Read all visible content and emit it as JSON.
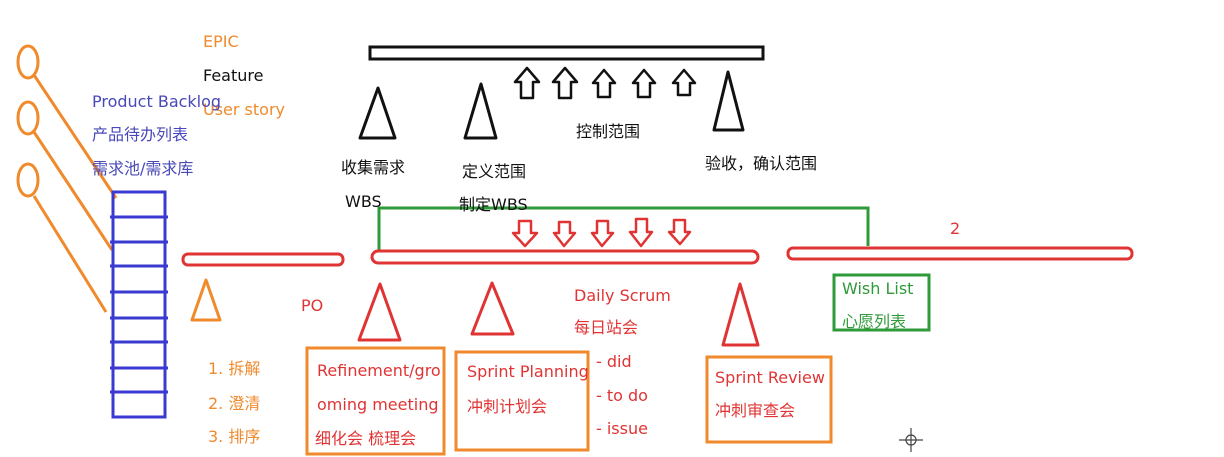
{
  "colors": {
    "orange": "#f08a2c",
    "blue": "#4848b8",
    "red": "#e03434",
    "green": "#2f9a3a",
    "black": "#111111"
  },
  "hierarchy": {
    "epic": "EPIC",
    "feature": "Feature",
    "user_story": "User story"
  },
  "backlog": {
    "title": "Product Backlog",
    "title_cn": "产品待办列表",
    "pool_cn": "需求池/需求库"
  },
  "scope": {
    "collect": "收集需求",
    "wbs": "WBS",
    "define": "定义范围",
    "make_wbs": "制定WBS",
    "control": "控制范围",
    "validate": "验收，确认范围"
  },
  "po": {
    "label": "PO",
    "steps": [
      "1. 拆解",
      "2. 澄清",
      "3. 排序"
    ]
  },
  "ceremonies": {
    "refinement": [
      "Refinement/gro",
      "oming meeting",
      "细化会 梳理会"
    ],
    "planning": [
      "Sprint Planning",
      "冲刺计划会"
    ],
    "daily": [
      "Daily Scrum",
      "每日站会"
    ],
    "daily_items": [
      "- did",
      "- to do",
      "- issue"
    ],
    "review": [
      "Sprint Review",
      "冲刺审查会"
    ]
  },
  "wish_list": {
    "title": "Wish List",
    "title_cn": "心愿列表"
  },
  "marker": "2"
}
